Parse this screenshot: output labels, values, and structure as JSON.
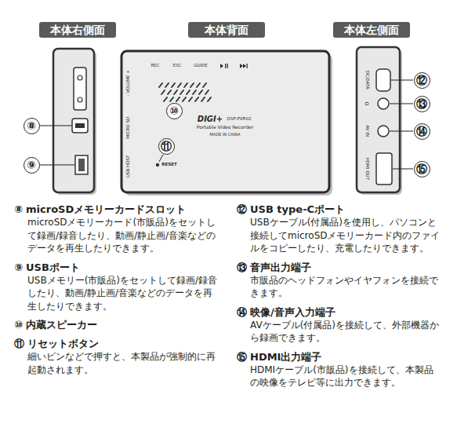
{
  "diagram": {
    "nodes": [
      {
        "text": [
          "本体右側面"
        ]
      },
      {
        "text": [
          "本体背面"
        ]
      },
      {
        "text": [
          "本体左側面"
        ]
      },
      {
        "text": [
          "⑧"
        ]
      },
      {
        "text": [
          "⑨"
        ]
      },
      {
        "text": [
          "⑩"
        ]
      },
      {
        "text": [
          "⑪"
        ]
      },
      {
        "text": [
          "⑫"
        ]
      },
      {
        "text": [
          "⑬"
        ]
      },
      {
        "text": [
          "⑭"
        ]
      },
      {
        "text": [
          "⑮"
        ]
      }
    ],
    "labels": [
      "- VOLUME +",
      "MICRO SD",
      "USB HOST",
      "REC",
      "ESC",
      "GUIDE",
      "DIGI+",
      "DSP-PVR02",
      "Portable Video Recorder",
      "MADE IN CHINA",
      "RESET",
      "DC/DATA",
      "Ω",
      "AV IN",
      "HDMI OUT",
      "⑧",
      "microSDメモリーカードスロット",
      "microSDメモリーカード(市販品)をセットして録画/録音したり、動画/静止画/音楽などのデータを再生したりできます。",
      "⑨",
      "USBポート",
      "USBメモリー(市販品)をセットして録画/録音したり、動画/静止画/音楽などのデータを再生したりできます。",
      "⑩",
      "内蔵スピーカー",
      "⑪",
      "リセットボタン",
      "細いピンなどで押すと、本製品が強制的に再起動されます。",
      "⑫",
      "USB type-Cポート",
      "USBケーブル(付属品)を使用し、パソコンと接続してmicroSDメモリーカード内のファイルをコピーしたり、充電したりできます。",
      "⑬",
      "音声出力端子",
      "市販品のヘッドフォンやイヤフォンを接続できます。",
      "⑭",
      "映像/音声入力端子",
      "AVケーブル(付属品)を接続して、外部機器から録画できます。",
      "⑮",
      "HDMI出力端子",
      "HDMIケーブル(市販品)を接続して、本製品の映像をテレビ等に出力できます。"
    ]
  }
}
